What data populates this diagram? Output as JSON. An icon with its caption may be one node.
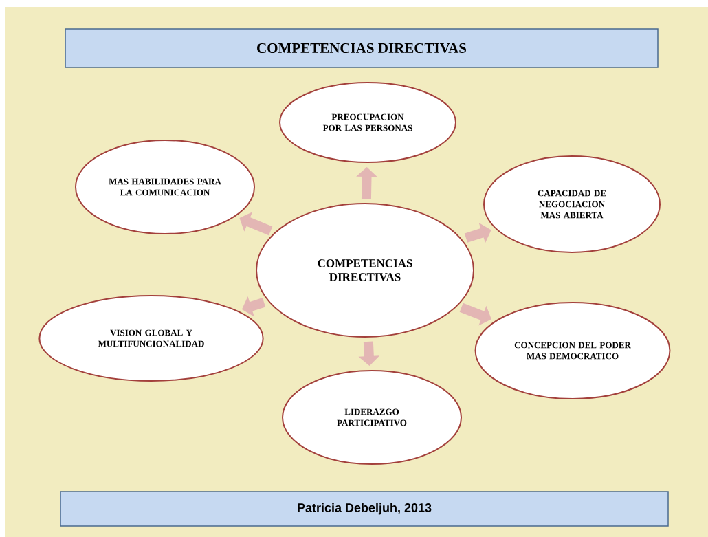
{
  "diagram": {
    "title": "COMPETENCIAS DIRECTIVAS",
    "caption": "Patricia Debeljuh, 2013",
    "nodes": [
      {
        "text": [
          "COMPETENCIAS DIRECTIVAS"
        ]
      },
      {
        "text": [
          "PREOCUPACION POR LAS PERSONAS"
        ]
      },
      {
        "text": [
          "CAPACIDAD DE NEGOCIACION MAS ABIERTA"
        ]
      },
      {
        "text": [
          "CONCEPCION DEL PODER MAS DEMOCRATICO"
        ]
      },
      {
        "text": [
          "LIDERAZGO PARTICIPATIVO"
        ]
      },
      {
        "text": [
          "VISION GLOBAL Y MULTIFUNCIONALIDAD"
        ]
      },
      {
        "text": [
          "MAS HABILIDADES PARA LA COMUNICACION"
        ]
      }
    ],
    "edges": [
      {
        "from": 0,
        "to": 1,
        "arrow": "to"
      },
      {
        "from": 0,
        "to": 2,
        "arrow": "to"
      },
      {
        "from": 0,
        "to": 3,
        "arrow": "to"
      },
      {
        "from": 0,
        "to": 4,
        "arrow": "to"
      },
      {
        "from": 0,
        "to": 5,
        "arrow": "to"
      },
      {
        "from": 0,
        "to": 6,
        "arrow": "to"
      }
    ]
  }
}
